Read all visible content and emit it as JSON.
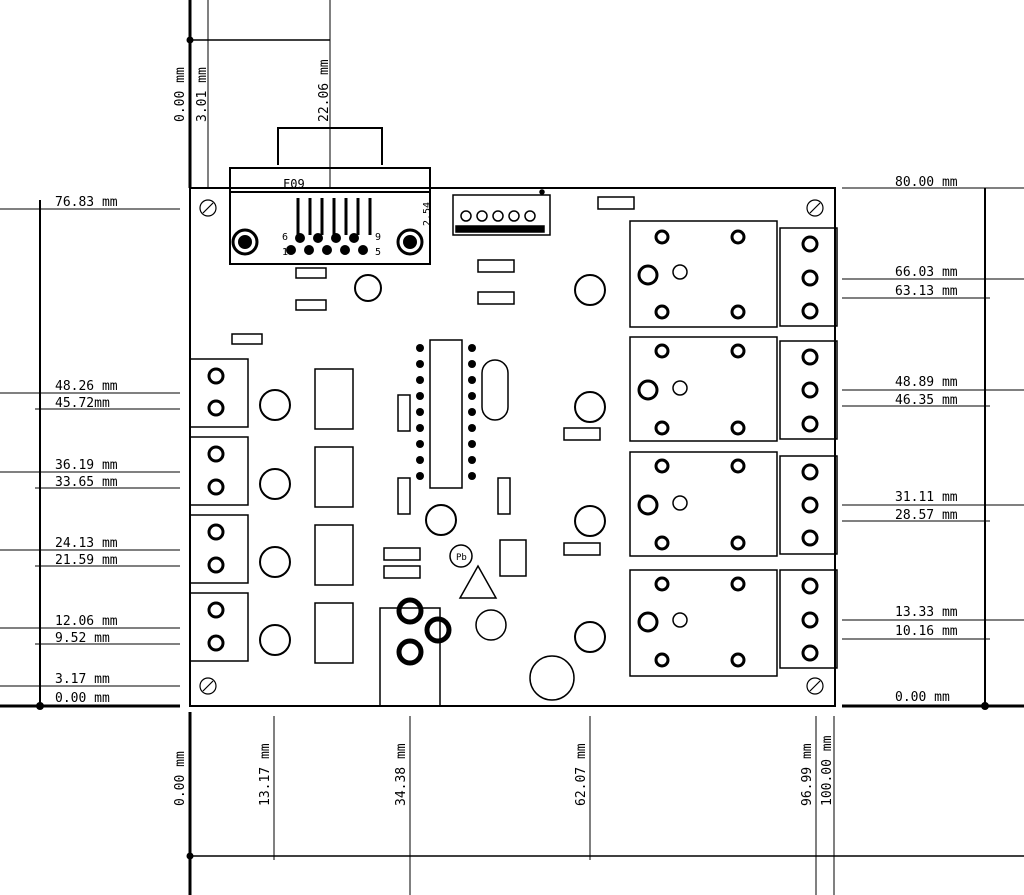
{
  "left_dims": [
    {
      "label": "76.83 mm",
      "value": 76.83
    },
    {
      "label": "48.26 mm",
      "value": 48.26
    },
    {
      "label": "45.72mm",
      "value": 45.72
    },
    {
      "label": "36.19 mm",
      "value": 36.19
    },
    {
      "label": "33.65 mm",
      "value": 33.65
    },
    {
      "label": "24.13 mm",
      "value": 24.13
    },
    {
      "label": "21.59 mm",
      "value": 21.59
    },
    {
      "label": "12.06 mm",
      "value": 12.06
    },
    {
      "label": "9.52 mm",
      "value": 9.52
    },
    {
      "label": "3.17 mm",
      "value": 3.17
    },
    {
      "label": "0.00 mm",
      "value": 0.0
    }
  ],
  "right_dims": [
    {
      "label": "80.00 mm",
      "value": 80.0
    },
    {
      "label": "66.03 mm",
      "value": 66.03
    },
    {
      "label": "63.13 mm",
      "value": 63.13
    },
    {
      "label": "48.89 mm",
      "value": 48.89
    },
    {
      "label": "46.35 mm",
      "value": 46.35
    },
    {
      "label": "31.11 mm",
      "value": 31.11
    },
    {
      "label": "28.57 mm",
      "value": 28.57
    },
    {
      "label": "13.33 mm",
      "value": 13.33
    },
    {
      "label": "10.16 mm",
      "value": 10.16
    },
    {
      "label": "0.00 mm",
      "value": 0.0
    }
  ],
  "top_dims": [
    {
      "label": "0.00 mm",
      "value": 0.0
    },
    {
      "label": "3.01 mm",
      "value": 3.01
    },
    {
      "label": "22.06 mm",
      "value": 22.06
    }
  ],
  "bottom_dims": [
    {
      "label": "0.00 mm",
      "value": 0.0
    },
    {
      "label": "13.17 mm",
      "value": 13.17
    },
    {
      "label": "34.38 mm",
      "value": 34.38
    },
    {
      "label": "62.07 mm",
      "value": 62.07
    },
    {
      "label": "96.99 mm",
      "value": 96.99
    },
    {
      "label": "100.00 mm",
      "value": 100.0
    }
  ],
  "board": {
    "connector_label": "F09",
    "pin_label_6": "6",
    "pin_label_9": "9",
    "pin_label_1": "1",
    "pin_label_5": "5",
    "pitch_label": "2.54",
    "pb_label": "Pb"
  }
}
